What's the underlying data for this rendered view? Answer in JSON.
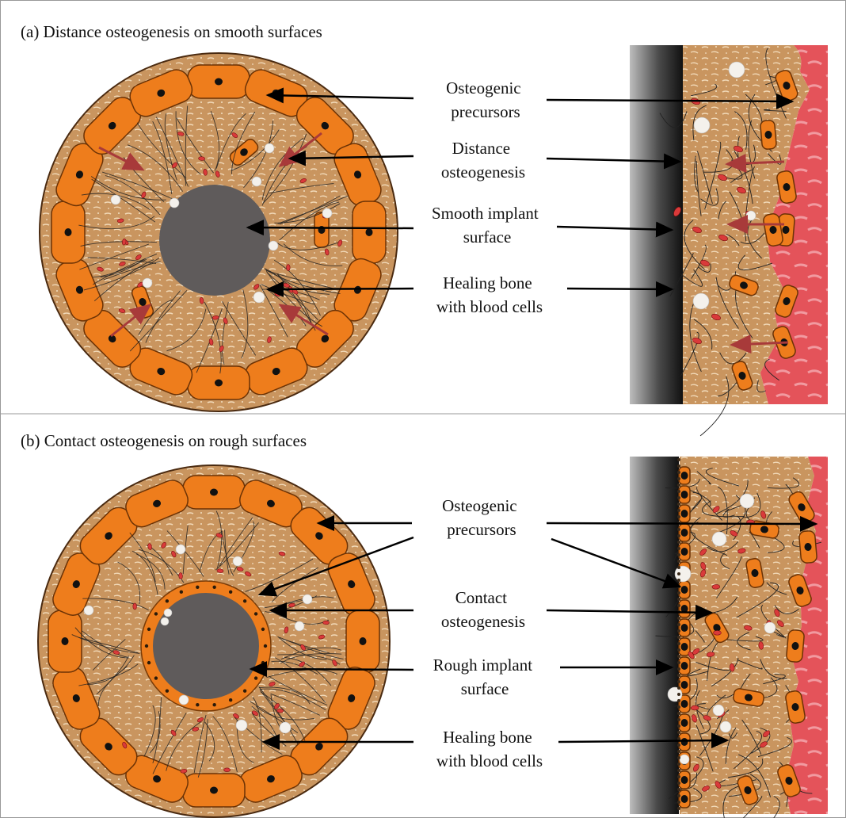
{
  "panel_a": {
    "title": "(a)  Distance osteogenesis on smooth surfaces",
    "labels": {
      "precursors": [
        "Osteogenic",
        "precursors"
      ],
      "osteogenesis": [
        "Distance",
        "osteogenesis"
      ],
      "surface": [
        "Smooth implant",
        "surface"
      ],
      "healing": [
        "Healing bone",
        "with blood cells"
      ]
    }
  },
  "panel_b": {
    "title": "(b) Contact osteogenesis on rough surfaces",
    "labels": {
      "precursors": [
        "Osteogenic",
        "precursors"
      ],
      "osteogenesis": [
        "Contact",
        "osteogenesis"
      ],
      "surface": [
        "Rough implant",
        "surface"
      ],
      "healing": [
        "Healing bone",
        "with blood cells"
      ]
    }
  },
  "colors": {
    "bone_matrix": "#c9955f",
    "cell_orange": "#ee7d1c",
    "implant_grey": "#5f5b5b",
    "blood_red": "#d93a3a",
    "fiber": "#222222"
  }
}
